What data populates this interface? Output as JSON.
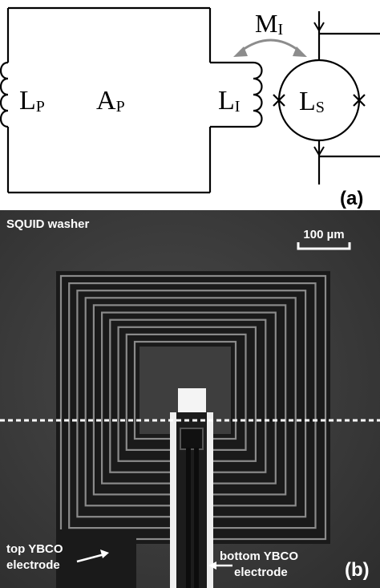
{
  "panel_a": {
    "labels": {
      "lp_main": "L",
      "lp_sub": "P",
      "ap_main": "A",
      "ap_sub": "P",
      "li_main": "L",
      "li_sub": "I",
      "mi_main": "M",
      "mi_sub": "I",
      "ls_main": "L",
      "ls_sub": "S"
    },
    "panel_label": "(a)"
  },
  "panel_b": {
    "title": "SQUID washer",
    "scale_bar_label": "100 µm",
    "top_electrode_label": [
      "top YBCO",
      "electrode"
    ],
    "bottom_electrode_label": [
      "bottom YBCO",
      "electrode"
    ],
    "panel_label": "(b)"
  },
  "colors": {
    "line": "#000000",
    "arrow_gray": "#8c8c8c",
    "micrograph_bg": "#3a3a3a",
    "coil_dark": "#111111",
    "text_light": "#ffffff"
  }
}
